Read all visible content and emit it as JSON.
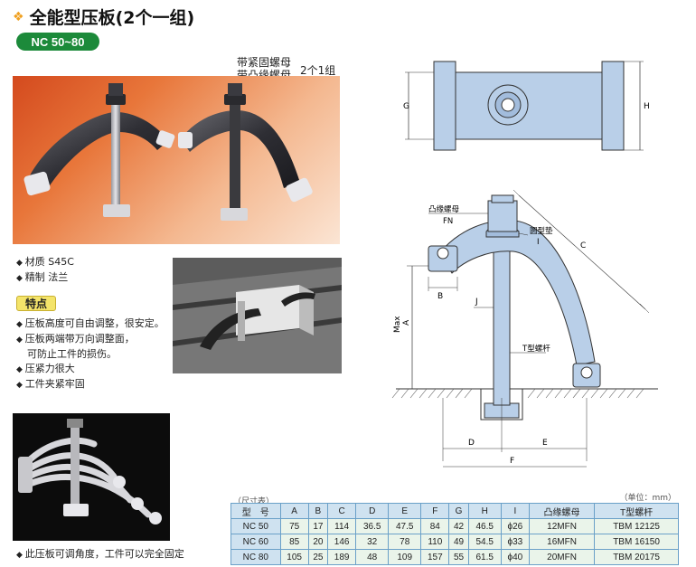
{
  "title": "全能型压板(2个一组)",
  "model_range": "NC 50~80",
  "photo_caption": {
    "line1": "带紧固螺母",
    "line2": "带凸缘螺母",
    "set_note": "2个1组"
  },
  "specs": [
    "材质 S45C",
    "精制 法兰"
  ],
  "features_title": "特点",
  "features": [
    {
      "text": "压板高度可自由调整，很安定。"
    },
    {
      "text": "压板两端带万向调整面，",
      "cont": "可防止工件的损伤。"
    },
    {
      "text": "压紧力很大"
    },
    {
      "text": "工件夹紧牢固"
    }
  ],
  "bottom_note": "此压板可调角度，工件可以完全固定",
  "diagram_labels": {
    "G": "G",
    "H": "H",
    "flange_nut": "凸缘螺母",
    "FN": "FN",
    "round_pad": "圆型垫",
    "I": "I",
    "C": "C",
    "B": "B",
    "J": "J",
    "max": "Max",
    "A": "A",
    "t_bolt": "T型螺杆",
    "D": "D",
    "E": "E",
    "F": "F"
  },
  "table": {
    "caption_left": "（尺寸表）",
    "caption_right": "（单位：mm）",
    "headers": [
      "型　号",
      "A",
      "B",
      "C",
      "D",
      "E",
      "F",
      "G",
      "H",
      "I",
      "凸缘螺母",
      "T型螺杆"
    ],
    "rows": [
      [
        "NC 50",
        "75",
        "17",
        "114",
        "36.5",
        "47.5",
        "84",
        "42",
        "46.5",
        "ϕ26",
        "12MFN",
        "TBM 12125"
      ],
      [
        "NC 60",
        "85",
        "20",
        "146",
        "32",
        "78",
        "110",
        "49",
        "54.5",
        "ϕ33",
        "16MFN",
        "TBM 16150"
      ],
      [
        "NC 80",
        "105",
        "25",
        "189",
        "48",
        "109",
        "157",
        "55",
        "61.5",
        "ϕ40",
        "20MFN",
        "TBM 20175"
      ]
    ]
  },
  "colors": {
    "badge_green": "#1c8a3a",
    "feature_yellow": "#f4e46a",
    "diagram_fill": "#b9cfe8",
    "table_header": "#cfe2f0",
    "table_cell": "#eaf4ea",
    "accent_diamond": "#f0a020"
  }
}
